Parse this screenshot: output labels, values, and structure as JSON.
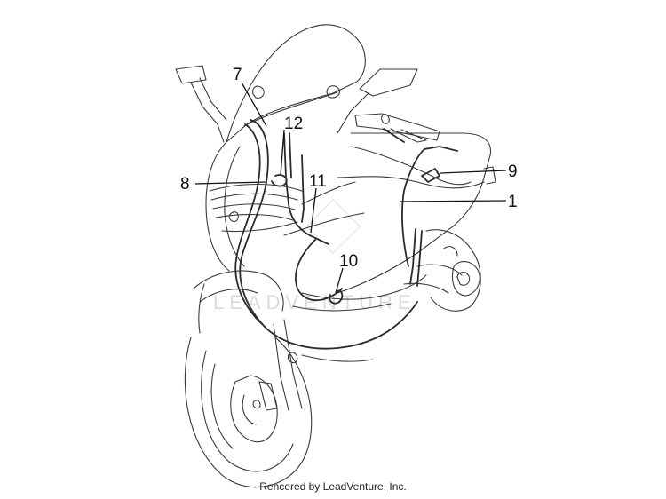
{
  "diagram": {
    "callouts": [
      {
        "id": "c7",
        "label": "7"
      },
      {
        "id": "c12",
        "label": "12"
      },
      {
        "id": "c8",
        "label": "8"
      },
      {
        "id": "c11",
        "label": "11"
      },
      {
        "id": "c9",
        "label": "9"
      },
      {
        "id": "c1",
        "label": "1"
      },
      {
        "id": "c10",
        "label": "10"
      }
    ],
    "watermark": "LEADVENTURE",
    "footer": "Rencered by LeadVenture, Inc."
  }
}
